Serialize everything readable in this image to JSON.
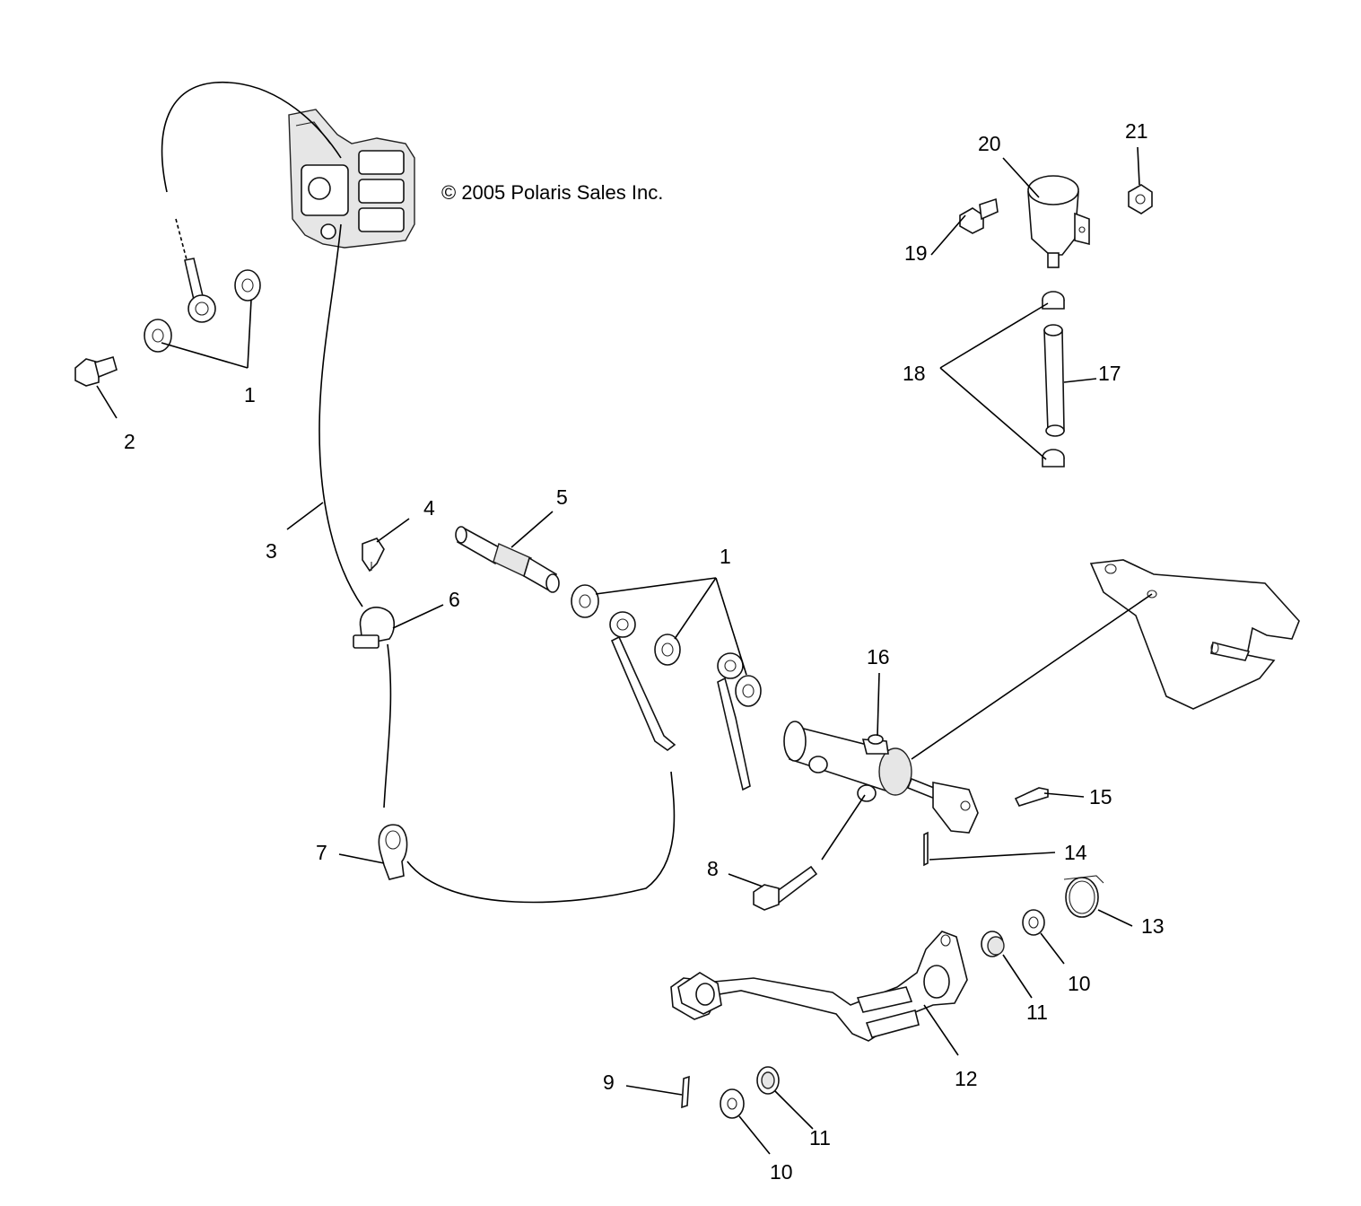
{
  "copyright": "© 2005 Polaris Sales Inc.",
  "callouts": {
    "c1a": "1",
    "c1b": "1",
    "c2": "2",
    "c3": "3",
    "c4": "4",
    "c5": "5",
    "c6": "6",
    "c7": "7",
    "c8": "8",
    "c9": "9",
    "c10a": "10",
    "c10b": "10",
    "c11a": "11",
    "c11b": "11",
    "c12": "12",
    "c13": "13",
    "c14": "14",
    "c15": "15",
    "c16": "16",
    "c17": "17",
    "c18": "18",
    "c19": "19",
    "c20": "20",
    "c21": "21"
  },
  "colors": {
    "line": "#000000",
    "background": "#ffffff",
    "shade": "#e6e6e6"
  }
}
